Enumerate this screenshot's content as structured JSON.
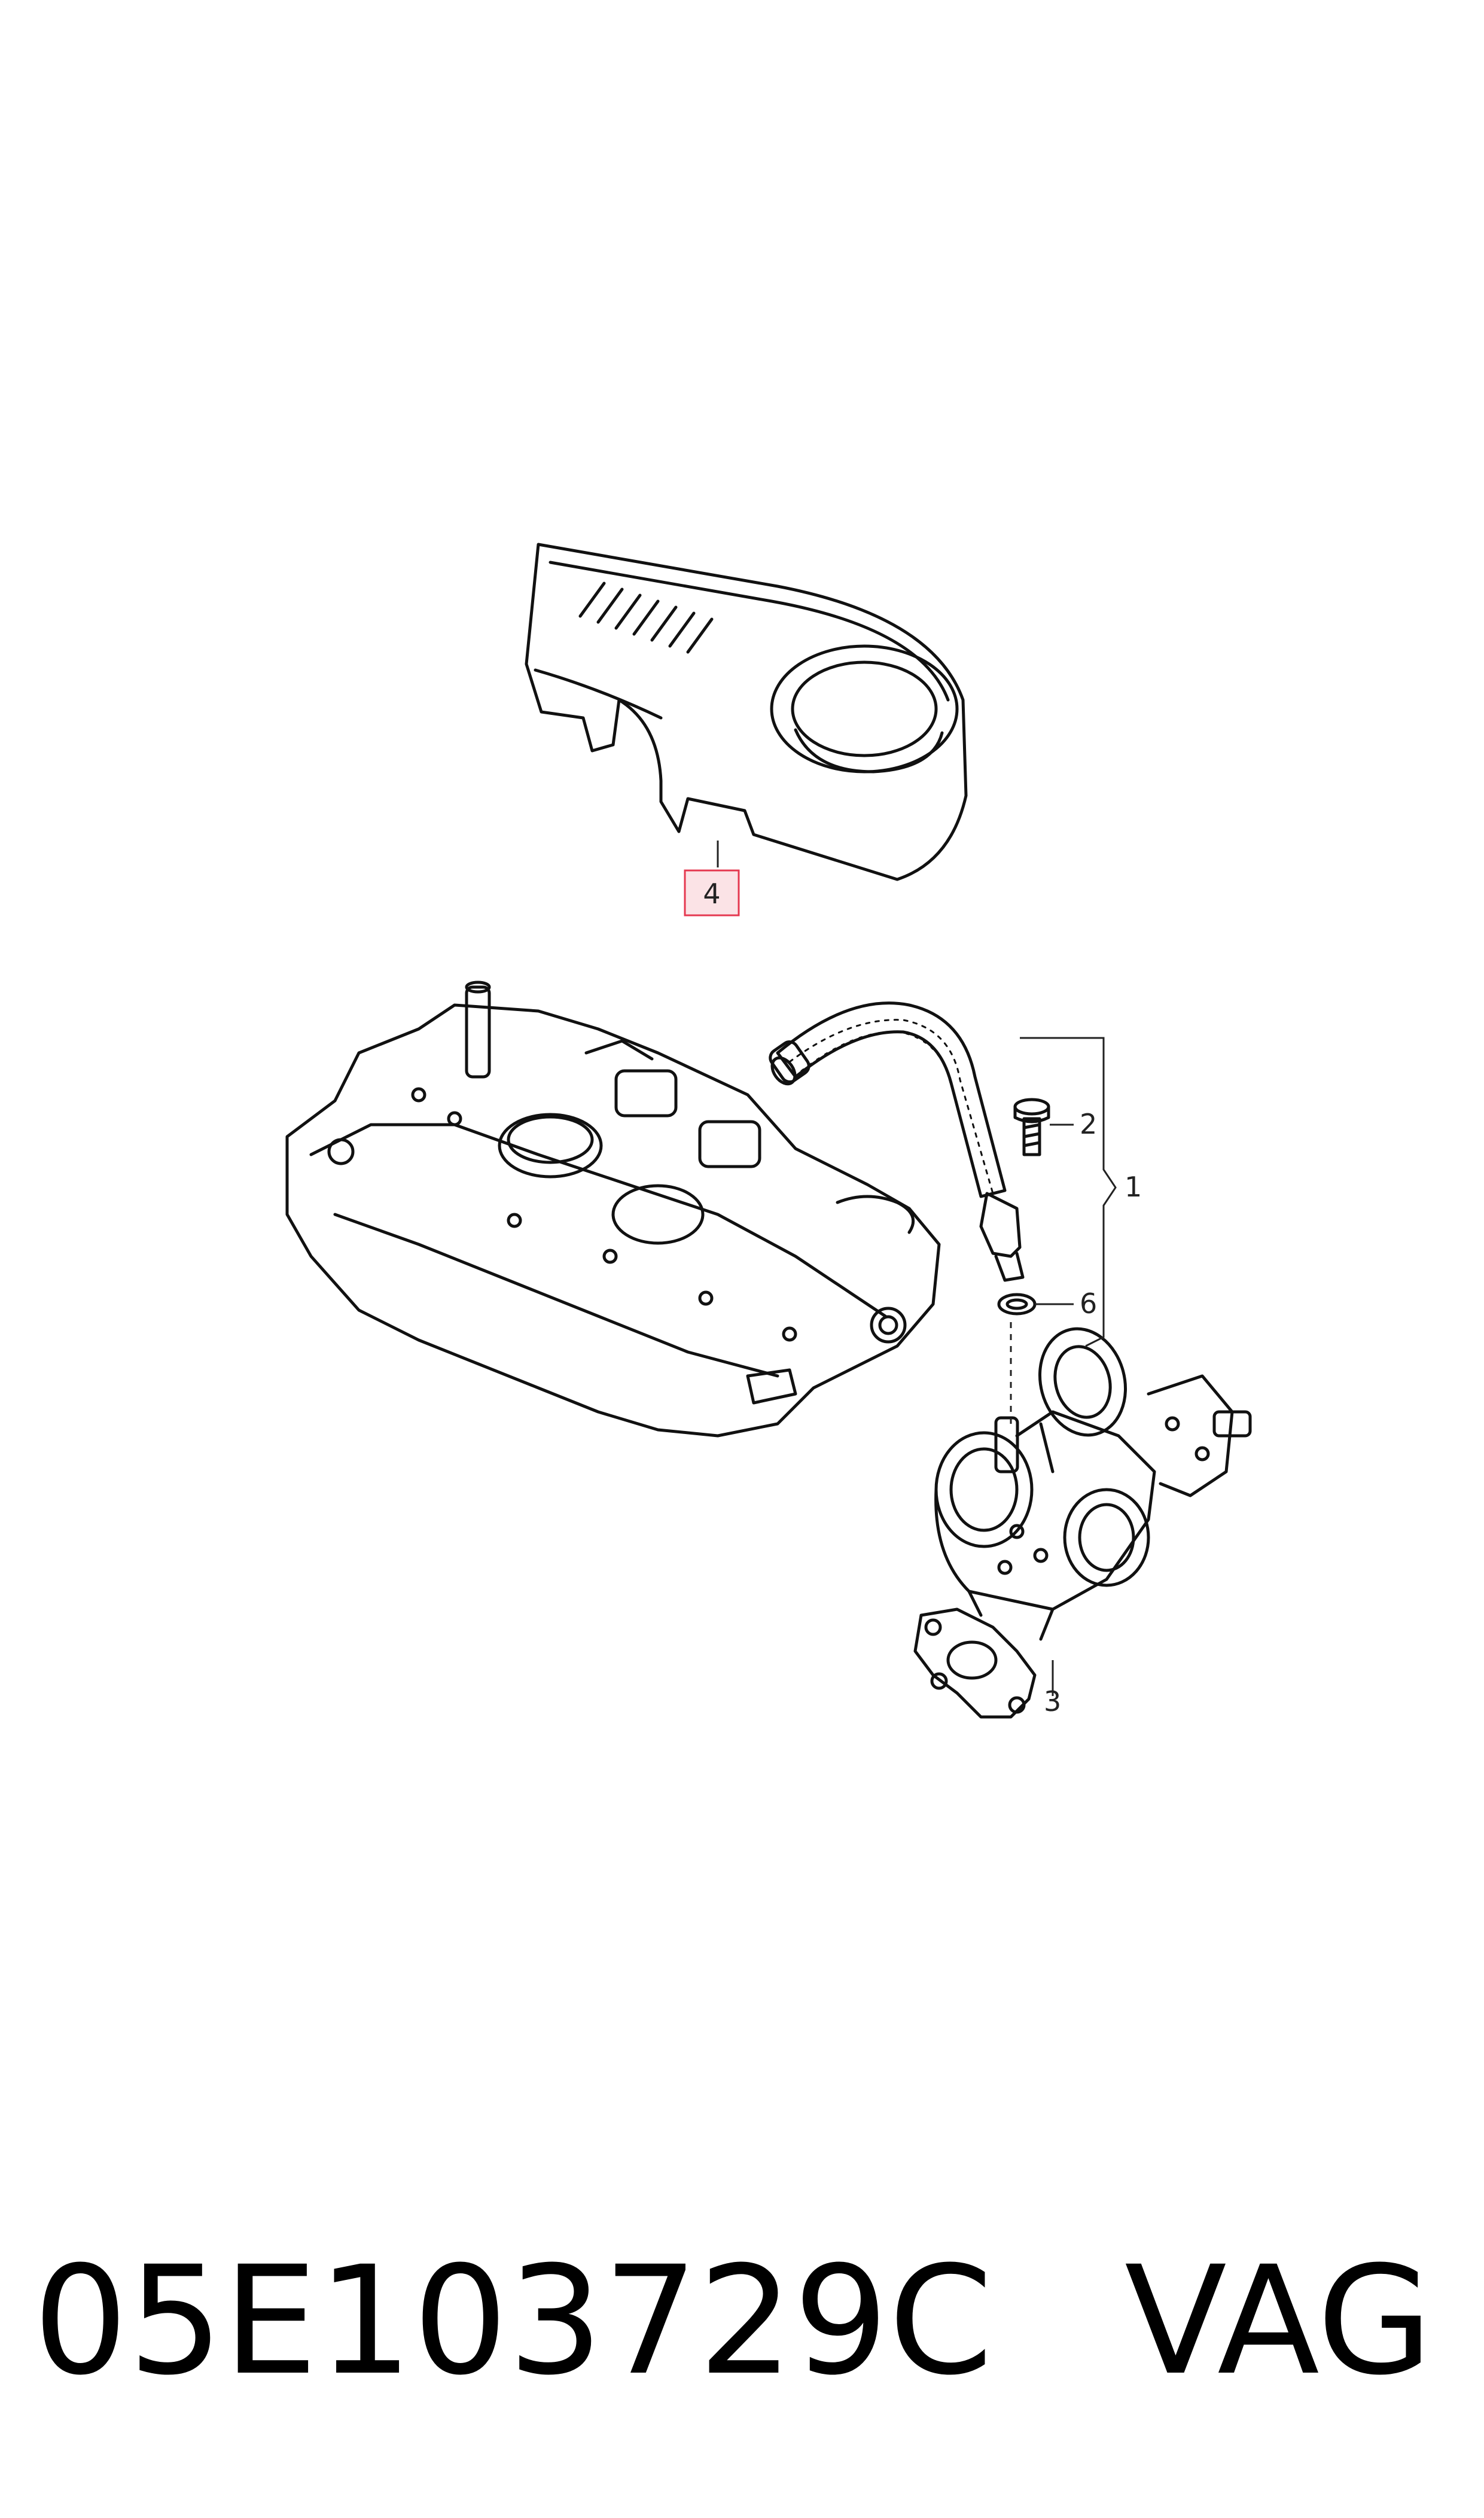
{
  "callouts": {
    "c1": "1",
    "c2": "2",
    "c3": "3",
    "c4": "4",
    "c6": "6"
  },
  "highlight_color": "#e53950",
  "footer": {
    "part_number": "05E103729C",
    "brand": "VAG"
  }
}
